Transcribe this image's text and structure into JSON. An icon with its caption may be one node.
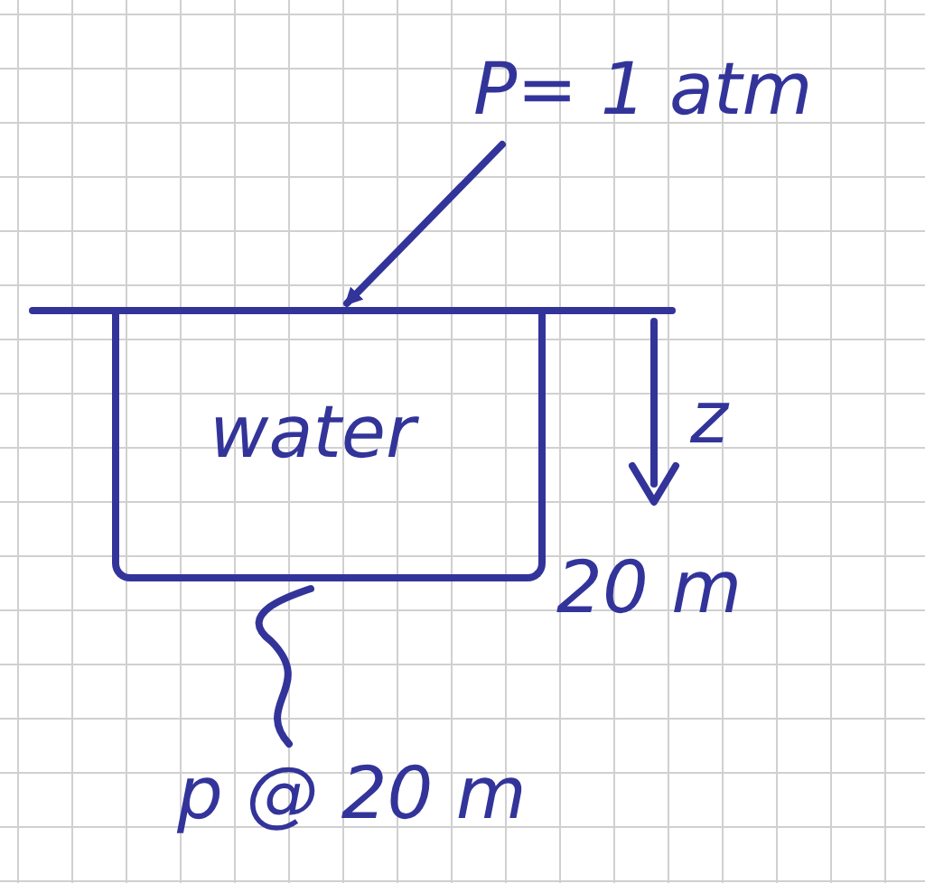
{
  "diagram": {
    "nodes": [
      {
        "text": [
          "P= 1 atm"
        ]
      },
      {
        "text": [
          "water"
        ]
      },
      {
        "text": [
          "p @ 20 m"
        ]
      }
    ],
    "edges": [
      {
        "from": 0,
        "to": 1,
        "arrow": "to"
      },
      {
        "from": 2,
        "to": 1,
        "arrow": "none"
      }
    ],
    "labels": [
      "z",
      "20 m"
    ]
  }
}
